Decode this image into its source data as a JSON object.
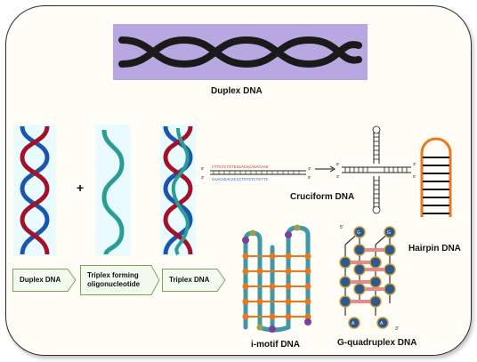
{
  "labels": {
    "duplex_dna": "Duplex DNA",
    "plus": "+",
    "duplex_dna_tag": "Duplex DNA",
    "triplex_forming_line1": "Triplex forming",
    "triplex_forming_line2": "oligonucleotide",
    "triplex_dna_tag": "Triplex DNA",
    "cruciform_dna": "Cruciform DNA",
    "hairpin_dna": "Hairpin DNA",
    "imotif_dna": "i-motif DNA",
    "gquadruplex_dna": "G-quadruplex DNA"
  },
  "cruciform": {
    "prime5_left_top": "5'",
    "prime3_right_top": "3'",
    "prime3_left_bottom": "3'",
    "prime5_right_bottom": "5'",
    "top_strand": "CTTGTCTGTGGGACACAGACAAG",
    "bottom_strand": "GAACAGACACCCTGTGTCTGTTC",
    "right_5": "5'",
    "right_3": "3'",
    "right_3b": "3'",
    "right_5b": "5'"
  },
  "quadruplex_letters": {
    "top_left": "G",
    "top_right": "G",
    "bottom_left": "A",
    "bottom_right": "A",
    "prime5": "5'",
    "prime3": "3'"
  },
  "colors": {
    "duplex_band": "#b9a7e2",
    "red_strand": "#a3122a",
    "blue_strand": "#1c55b0",
    "teal_strand": "#2a9d96",
    "orange": "#e8781e",
    "purple": "#7b3fa0",
    "gq_node": "#2f5a8c",
    "gq_rung": "#e78a8a"
  }
}
